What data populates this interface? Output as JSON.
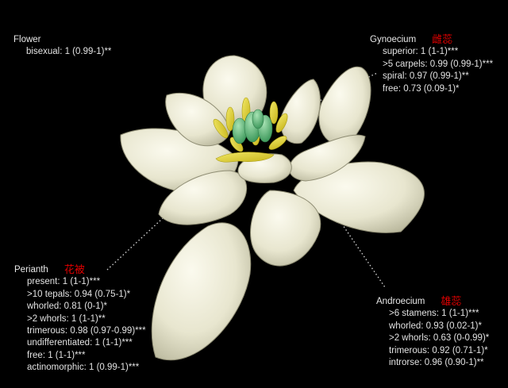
{
  "flower": {
    "title": "Flower",
    "traits": [
      "bisexual: 1 (0.99-1)**"
    ]
  },
  "gynoecium": {
    "title": "Gynoecium",
    "chinese_label": "雌蕊",
    "traits": [
      "superior: 1 (1-1)***",
      ">5 carpels: 0.99 (0.99-1)***",
      "spiral: 0.97 (0.99-1)**",
      "free: 0.73 (0.09-1)*"
    ]
  },
  "perianth": {
    "title": "Perianth",
    "chinese_label": "花被",
    "traits": [
      "present: 1 (1-1)***",
      ">10 tepals: 0.94 (0.75-1)*",
      "whorled: 0.81 (0-1)*",
      ">2 whorls: 1 (1-1)**",
      "trimerous: 0.98 (0.97-0.99)***",
      "undifferentiated: 1 (1-1)***",
      "free: 1 (1-1)***",
      "actinomorphic: 1 (0.99-1)***"
    ]
  },
  "androecium": {
    "title": "Androecium",
    "chinese_label": "雄蕊",
    "traits": [
      ">6 stamens: 1 (1-1)***",
      "whorled: 0.93 (0.02-1)*",
      ">2 whorls: 0.63 (0-0.99)*",
      "trimerous: 0.92 (0.71-1)*",
      "introrse: 0.96 (0.90-1)**"
    ]
  },
  "colors": {
    "background": "#000000",
    "text": "#e6e6e6",
    "chinese_label": "#e00000",
    "petal": "#ecebd6",
    "stamen": "#e3d530",
    "carpel": "#6fbf84"
  }
}
